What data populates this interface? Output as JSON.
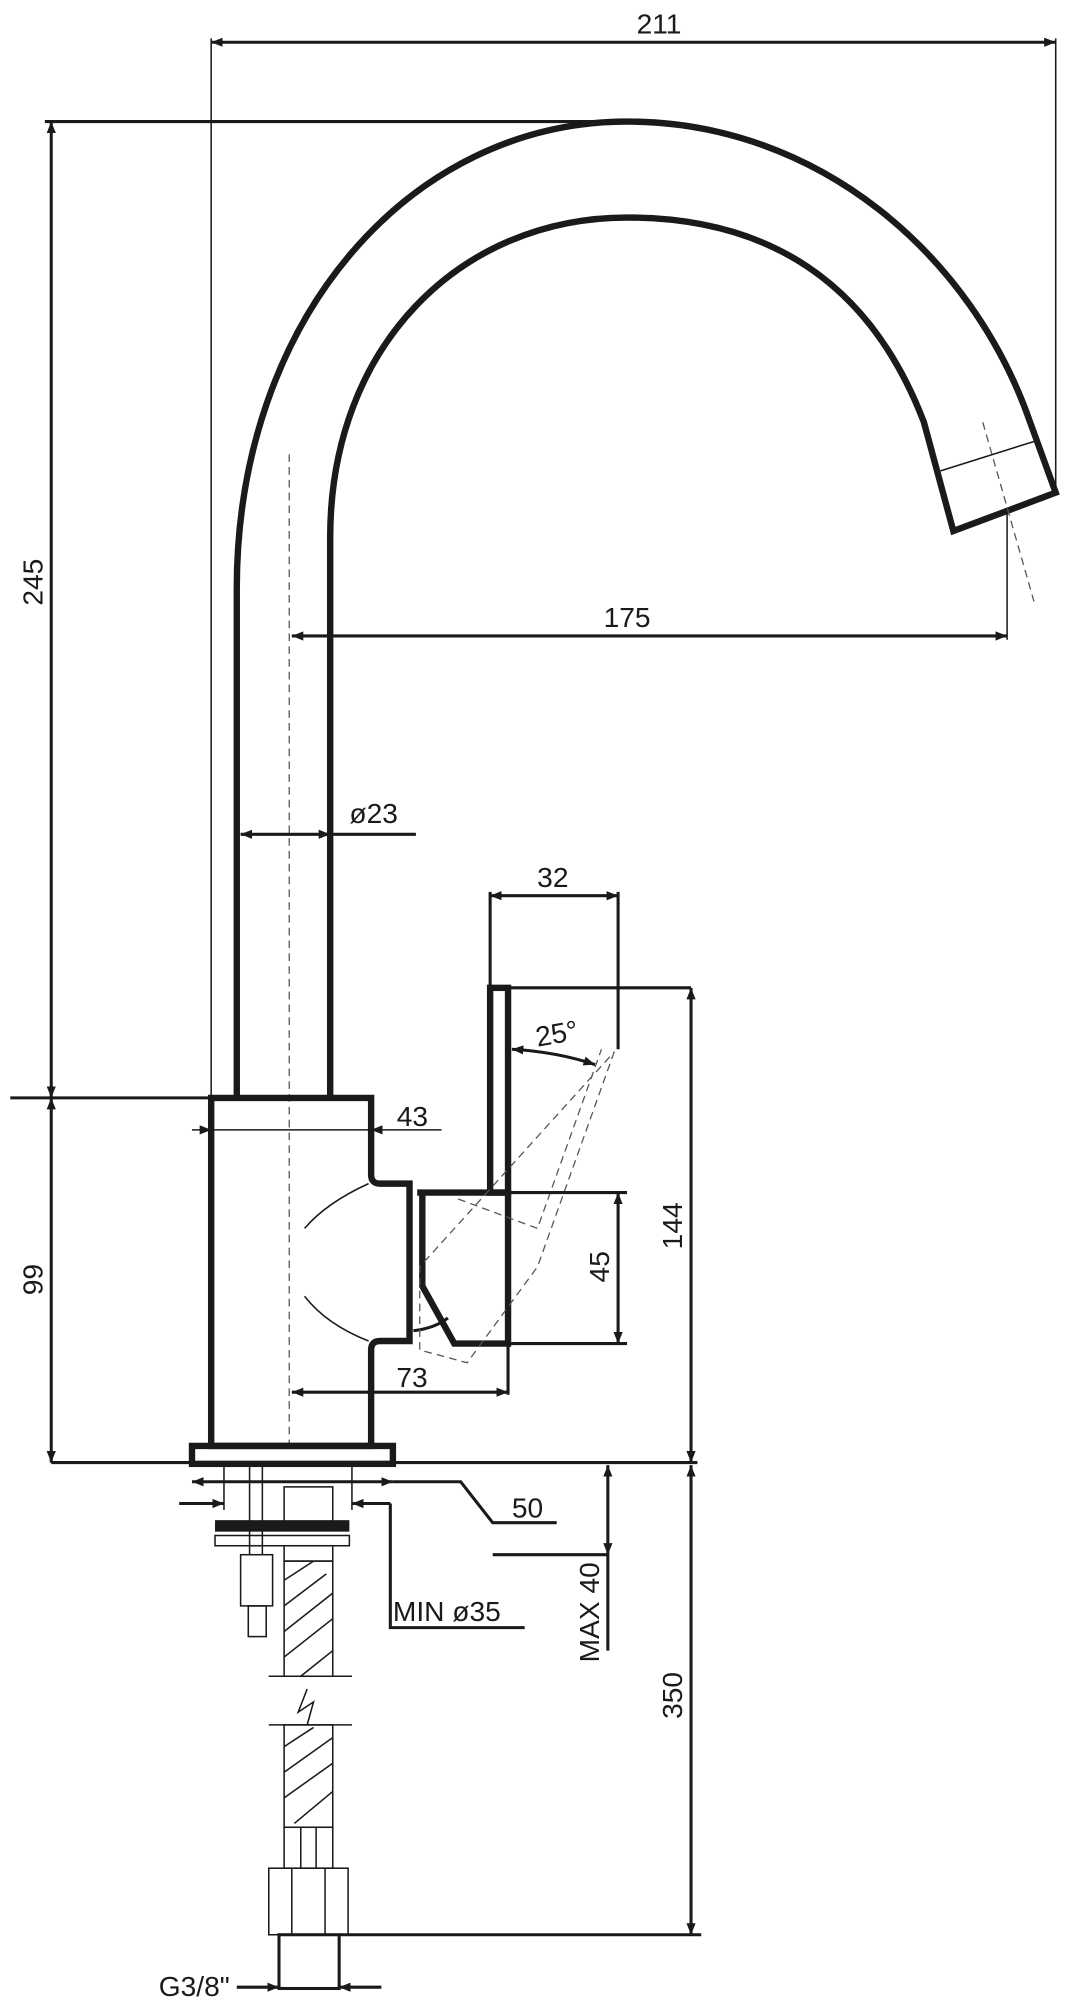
{
  "drawing": {
    "dimensions": {
      "total_width": "211",
      "total_height": "245",
      "spout_reach": "175",
      "spout_diameter": "ø23",
      "handle_width": "32",
      "handle_angle": "25°",
      "body_diameter": "43",
      "handle_lower": "45",
      "handle_height": "144",
      "body_height": "99",
      "handle_offset": "73",
      "base_diameter": "50",
      "hole_min": "MIN ø35",
      "counter_max": "MAX 40",
      "hose_length": "350",
      "thread": "G3/8\""
    },
    "colors": {
      "line": "#1a1a1a",
      "background": "#ffffff"
    }
  }
}
